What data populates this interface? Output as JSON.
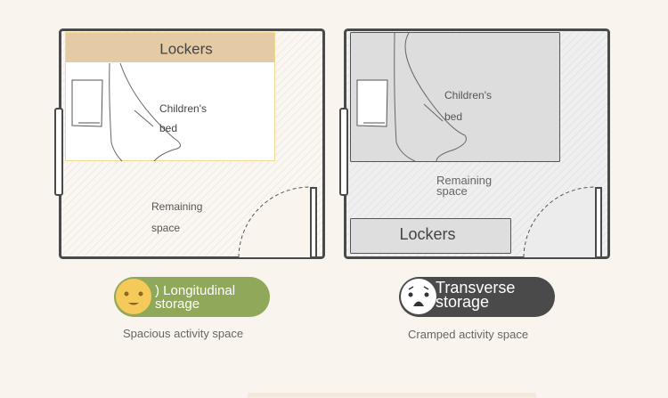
{
  "left_plan": {
    "lockers": "Lockers",
    "bed": [
      "Children's",
      "bed"
    ],
    "remaining": [
      "Remaining",
      "space"
    ],
    "badge": ") Longitudinal\nstorage",
    "badge_lines": [
      ") Longitudinal",
      "storage"
    ],
    "caption": "Spacious activity space",
    "badge_icon": "smiley-face-icon",
    "badge_color": "#8fa85a"
  },
  "right_plan": {
    "lockers": "Lockers",
    "bed": [
      "Children's",
      "bed"
    ],
    "remaining": [
      "Remaining",
      "space"
    ],
    "badge_lines": [
      "Transverse",
      "storage"
    ],
    "caption": "Cramped activity space",
    "badge_icon": "scared-face-icon",
    "badge_color": "#4a4a4a"
  }
}
